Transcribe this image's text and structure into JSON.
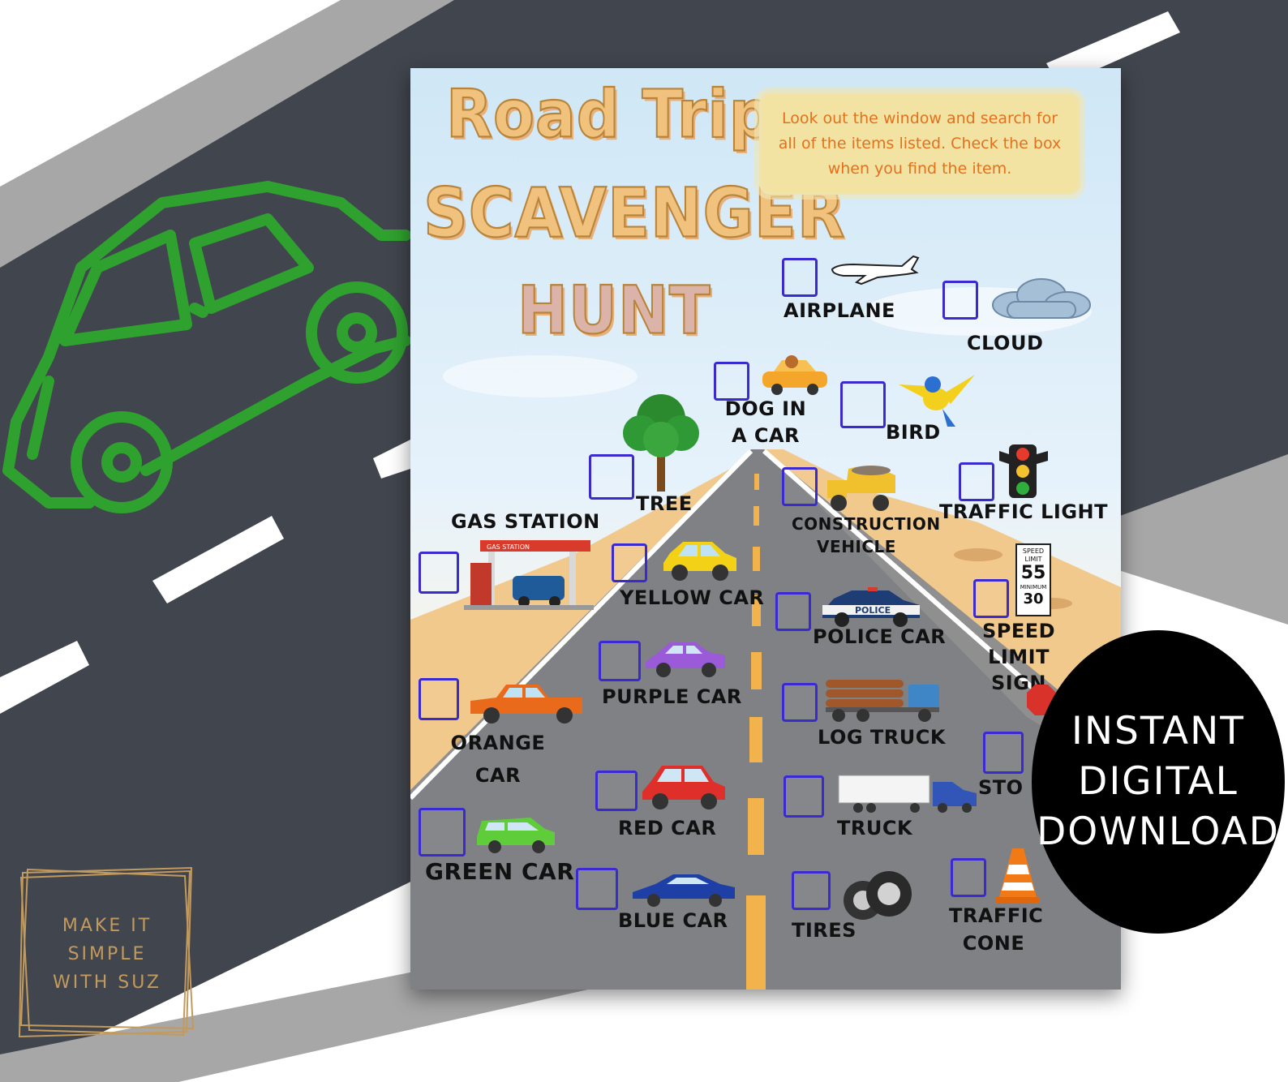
{
  "poster": {
    "title_lines": [
      "Road Trip",
      "SCAVENGER",
      "HUNT"
    ],
    "intro": "Look out the window and search for all of the items listed. Check the box when you find the item.",
    "items": [
      {
        "label": "AIRPLANE",
        "icon": "airplane-icon"
      },
      {
        "label": "CLOUD",
        "icon": "cloud-icon"
      },
      {
        "label": "DOG IN A CAR",
        "icon": "dog-in-car-icon"
      },
      {
        "label": "BIRD",
        "icon": "bird-icon"
      },
      {
        "label": "TREE",
        "icon": "tree-icon"
      },
      {
        "label": "GAS STATION",
        "icon": "gas-station-icon"
      },
      {
        "label": "CONSTRUCTION VEHICLE",
        "icon": "dump-truck-icon"
      },
      {
        "label": "TRAFFIC LIGHT",
        "icon": "traffic-light-icon"
      },
      {
        "label": "YELLOW CAR",
        "icon": "yellow-car-icon"
      },
      {
        "label": "POLICE CAR",
        "icon": "police-car-icon"
      },
      {
        "label": "SPEED LIMIT SIGN",
        "icon": "speed-limit-sign-icon"
      },
      {
        "label": "PURPLE CAR",
        "icon": "purple-car-icon"
      },
      {
        "label": "ORANGE CAR",
        "icon": "orange-truck-icon"
      },
      {
        "label": "LOG TRUCK",
        "icon": "log-truck-icon"
      },
      {
        "label": "STO",
        "icon": "stop-sign-icon"
      },
      {
        "label": "RED CAR",
        "icon": "red-car-icon"
      },
      {
        "label": "TRUCK",
        "icon": "semi-truck-icon"
      },
      {
        "label": "GREEN CAR",
        "icon": "green-car-icon"
      },
      {
        "label": "BLUE CAR",
        "icon": "blue-car-icon"
      },
      {
        "label": "TIRES",
        "icon": "tires-icon"
      },
      {
        "label": "TRAFFIC CONE",
        "icon": "traffic-cone-icon"
      }
    ],
    "sign": {
      "top": "SPEED LIMIT",
      "speed": "55",
      "min_label": "MINIMUM",
      "min": "30"
    },
    "police_text": "POLICE",
    "gas_text": "GAS STATION"
  },
  "badge": {
    "lines": [
      "INSTANT",
      "DIGITAL",
      "DOWNLOAD"
    ]
  },
  "logo": {
    "lines": [
      "MAKE IT",
      "SIMPLE",
      "WITH SUZ"
    ]
  },
  "colors": {
    "road": "#3f444c",
    "shoulder": "#a2a2a2",
    "car_outline": "#2aa52a",
    "checkbox": "#3a2ad0",
    "title": "#f1c27d",
    "intro_text": "#e2711d",
    "logo_gold": "#c39a5d"
  }
}
